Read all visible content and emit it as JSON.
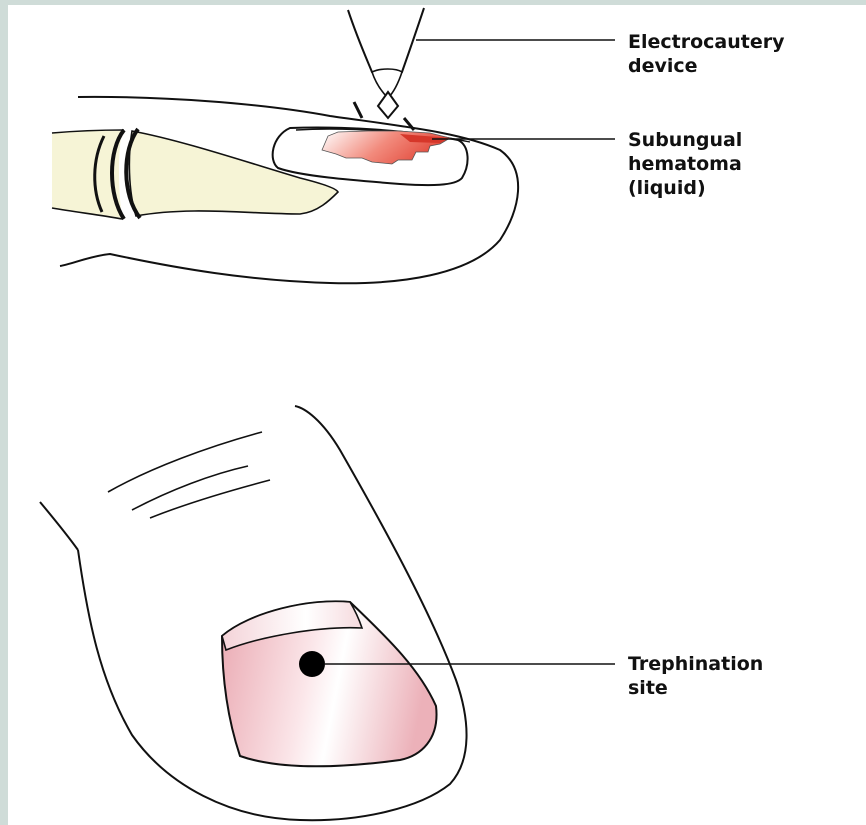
{
  "labels": {
    "electrocautery": [
      "Electrocautery",
      "device"
    ],
    "hematoma": [
      "Subungual",
      "hematoma",
      "(liquid)"
    ],
    "trephination": [
      "Trephination",
      "site"
    ]
  },
  "colors": {
    "outline": "#111111",
    "bone_fill": "#f6f4d6",
    "hematoma_light": "#ffffff",
    "hematoma_dark": "#e85a4a",
    "nail_pink": "#f3c9cf",
    "frame": "#cfdcd8"
  }
}
